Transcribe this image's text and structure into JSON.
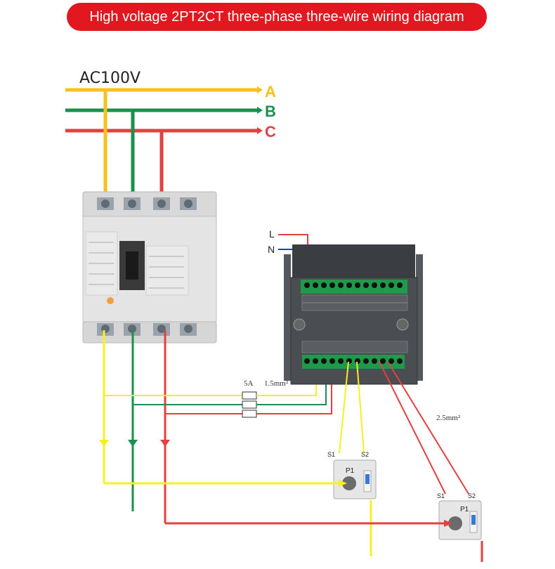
{
  "header": {
    "title": "High voltage 2PT2CT three-phase three-wire wiring diagram"
  },
  "supply": {
    "voltage": "AC100V"
  },
  "phases": [
    {
      "label": "A",
      "color": "#F6C21A"
    },
    {
      "label": "B",
      "color": "#1A8F4E"
    },
    {
      "label": "C",
      "color": "#E3403F"
    }
  ],
  "meter_power": {
    "l_label": "L",
    "n_label": "N"
  },
  "wiring_labels": {
    "fuse_rating": "5A",
    "voltage_wire": "1.5mm²",
    "current_wire": "2.5mm²"
  },
  "current_transformers": [
    {
      "s1": "S1",
      "s2": "S2",
      "p1": "P1"
    },
    {
      "s1": "S1",
      "s2": "S2",
      "p1": "P1"
    }
  ],
  "colors": {
    "banner": "#E3171F",
    "yellow_wire": "#F6C21A",
    "green_wire": "#1A8F4E",
    "red_wire": "#E3403F",
    "meter_body": "#4a4d52",
    "terminal_green": "#1f9a4a"
  }
}
